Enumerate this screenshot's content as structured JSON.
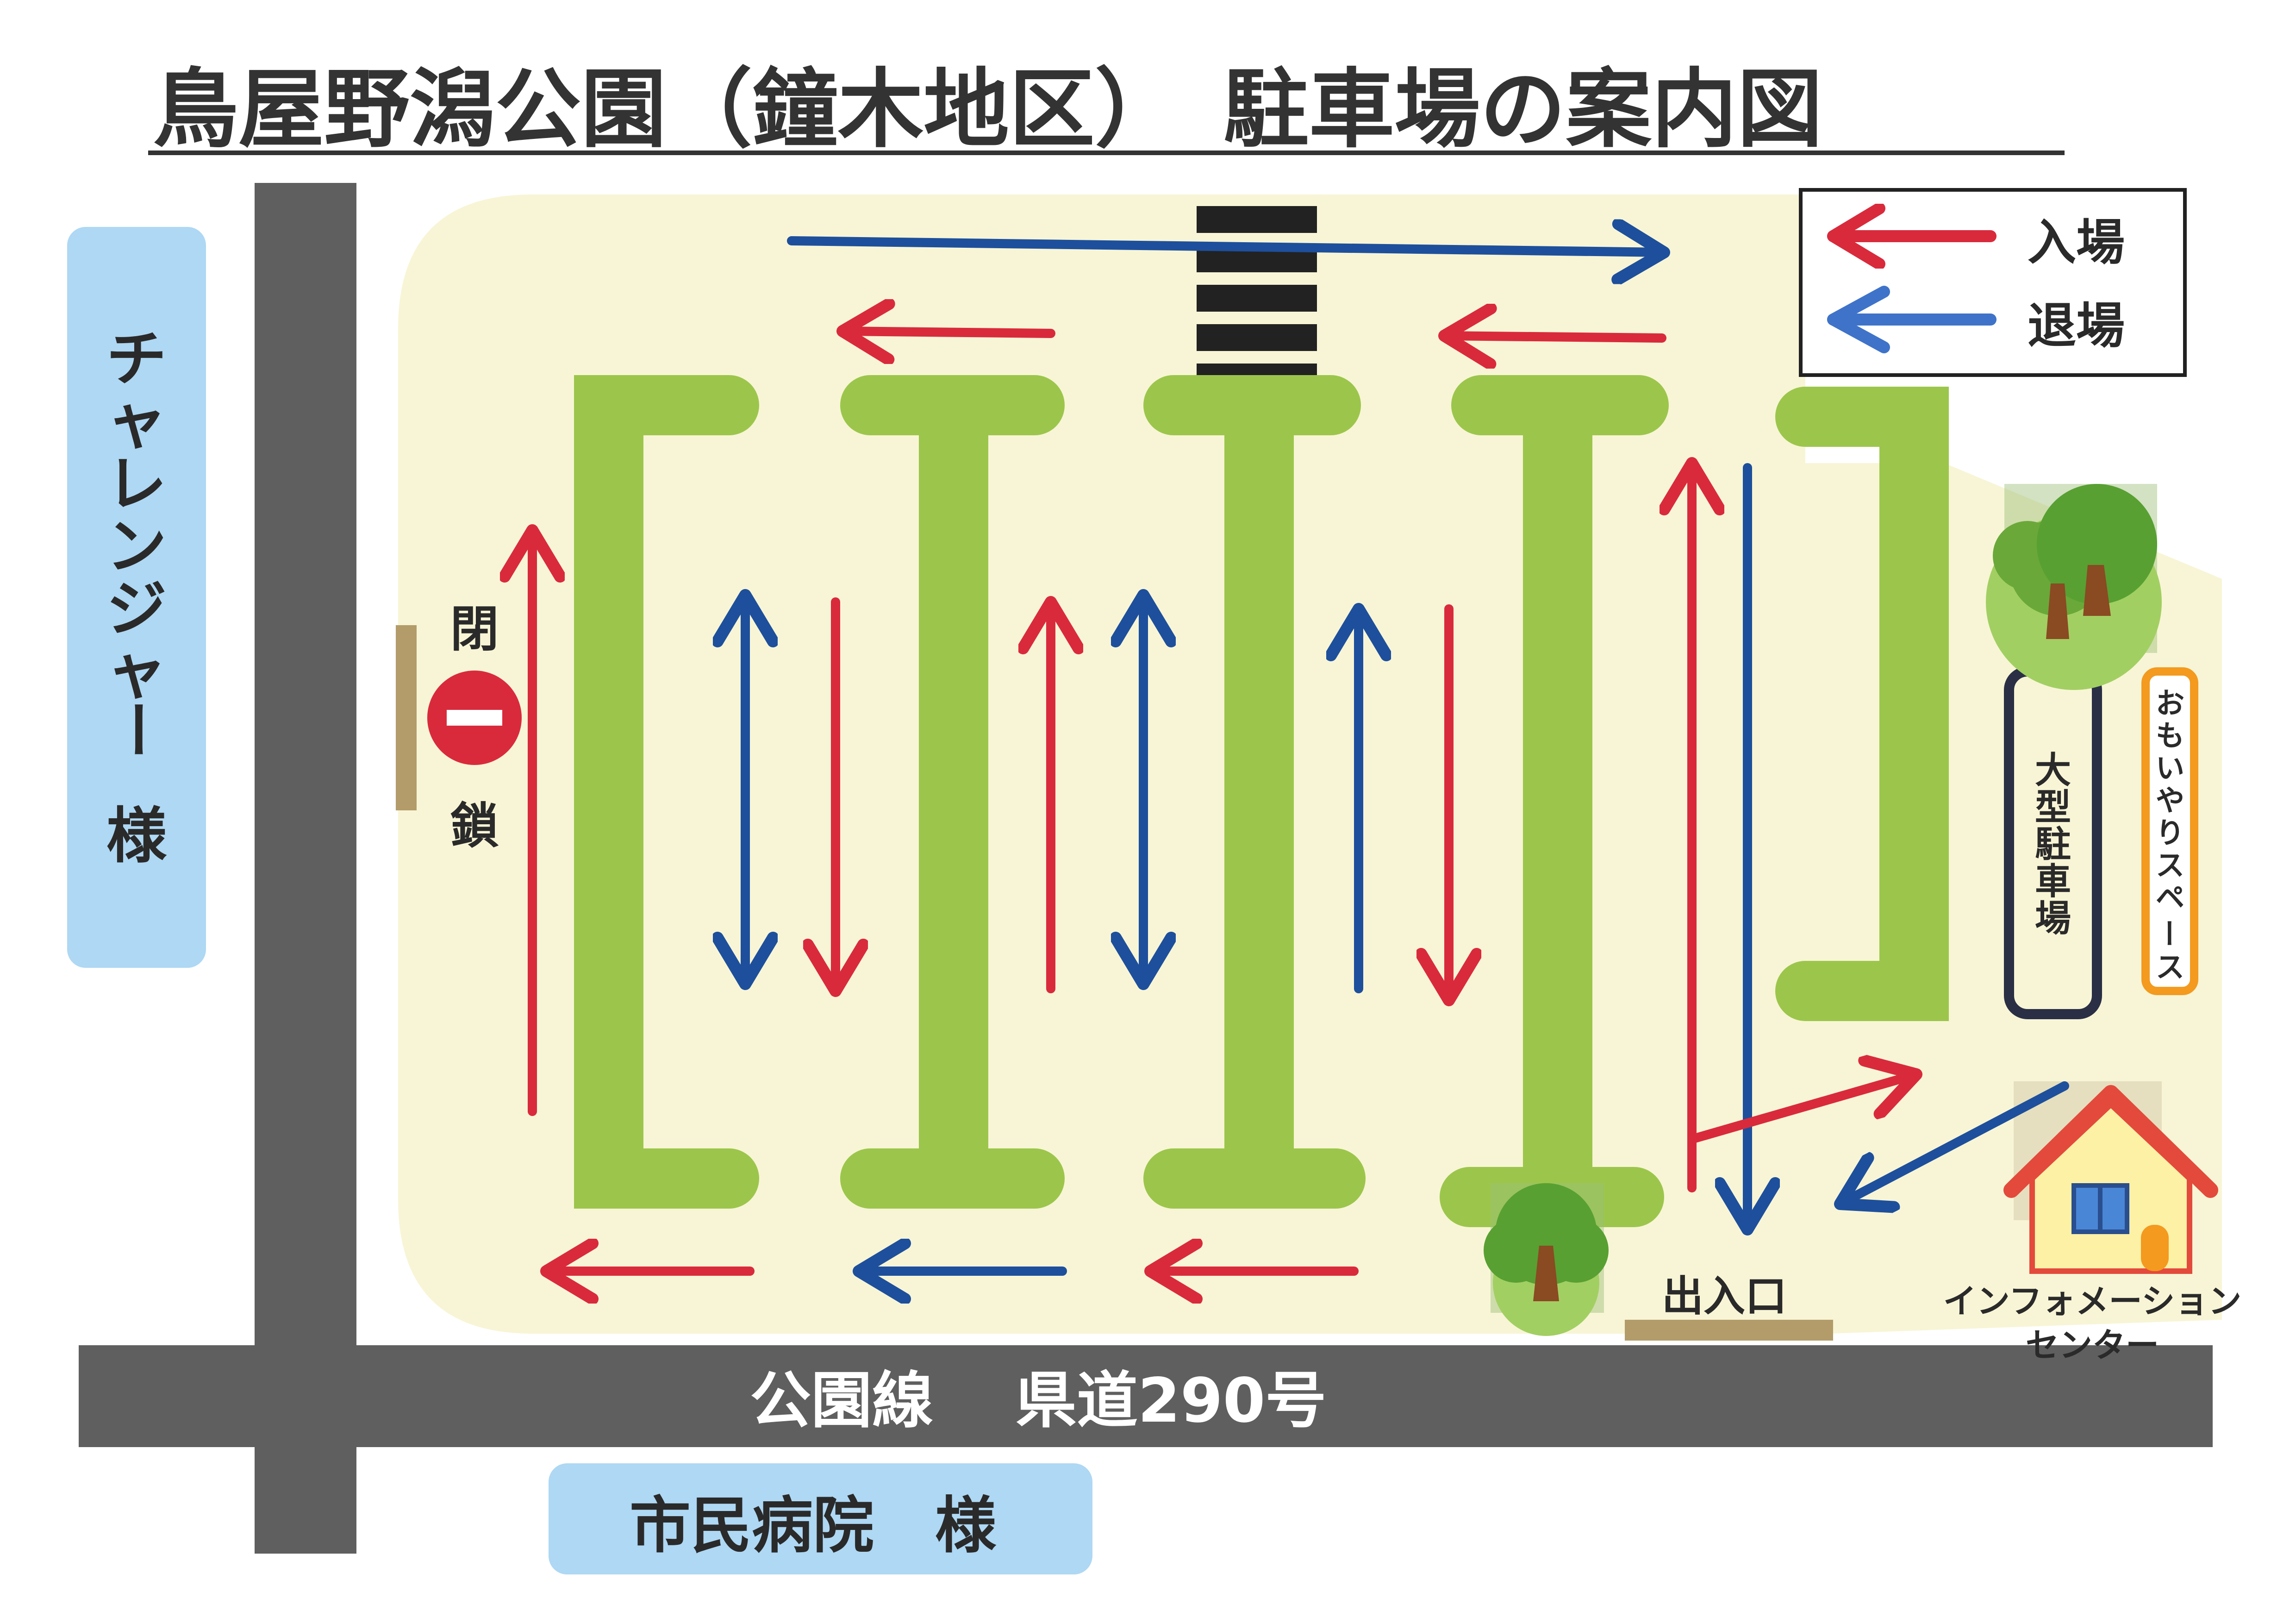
{
  "title": "鳥屋野潟公園（鐘木地区）　駐車場の案内図",
  "legend": {
    "enter": "入場",
    "exit": "退場"
  },
  "labels": {
    "challenger_chars": [
      "チ",
      "ャ",
      "レ",
      "ン",
      "ジ",
      "ャ",
      "ー"
    ],
    "challenger_suffix": "様",
    "closed_top": "閉",
    "closed_bottom": "鎖",
    "road": "公園線　 県道290号",
    "hospital": "市民病院　様",
    "entrance": "出入口",
    "info_line1": "インフォメーション",
    "info_line2": "センター",
    "large_parking_chars": [
      "大",
      "型",
      "駐",
      "車",
      "場"
    ],
    "omoiyari_chars": [
      "お",
      "も",
      "い",
      "や",
      "り",
      "ス",
      "ペ",
      "ー",
      "ス"
    ]
  },
  "colors": {
    "enter": "#d92a3c",
    "exit": "#1d4f9c",
    "legend_exit": "#3f73c9",
    "road": "#5f5f5f",
    "lot": "#f8f5d6",
    "green": "#9cc64b",
    "sign_blue": "#aed8f4",
    "orange": "#f39a1f",
    "house_roof": "#e34a3c",
    "house_wall": "#fdf1a6"
  },
  "icons": [
    "no-entry-icon",
    "tree-icon",
    "house-icon",
    "arrow-icon"
  ]
}
